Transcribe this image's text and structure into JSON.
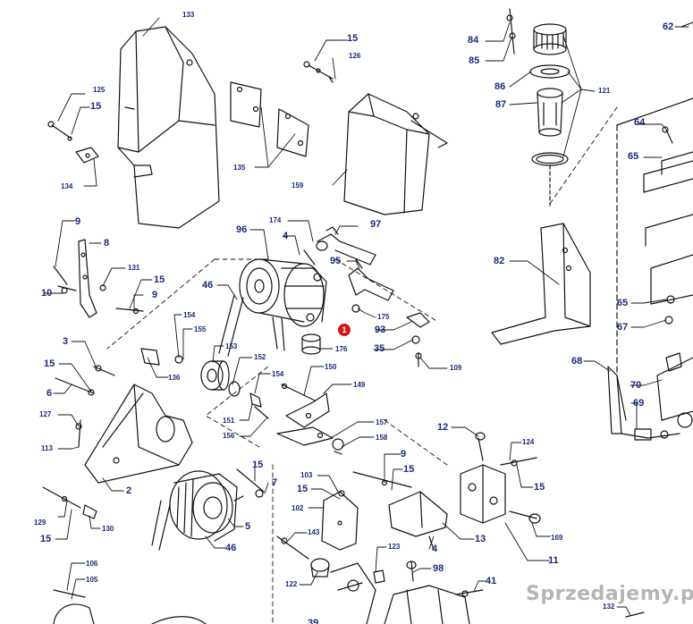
{
  "part_labels": [
    {
      "id": "l133",
      "text": "133",
      "size": "sm"
    },
    {
      "id": "l15a",
      "text": "15",
      "size": "lg"
    },
    {
      "id": "l126",
      "text": "126",
      "size": "sm"
    },
    {
      "id": "l125",
      "text": "125",
      "size": "sm"
    },
    {
      "id": "l15b",
      "text": "15",
      "size": "lg"
    },
    {
      "id": "l134",
      "text": "134",
      "size": "sm"
    },
    {
      "id": "l135",
      "text": "135",
      "size": "sm"
    },
    {
      "id": "l159",
      "text": "159",
      "size": "sm"
    },
    {
      "id": "l84",
      "text": "84",
      "size": "lg"
    },
    {
      "id": "l85",
      "text": "85",
      "size": "lg"
    },
    {
      "id": "l86",
      "text": "86",
      "size": "lg"
    },
    {
      "id": "l87",
      "text": "87",
      "size": "lg"
    },
    {
      "id": "l121",
      "text": "121",
      "size": "sm"
    },
    {
      "id": "l62",
      "text": "62",
      "size": "lg"
    },
    {
      "id": "l64",
      "text": "64",
      "size": "lg"
    },
    {
      "id": "l65a",
      "text": "65",
      "size": "lg"
    },
    {
      "id": "l9a",
      "text": "9",
      "size": "lg"
    },
    {
      "id": "l8",
      "text": "8",
      "size": "lg"
    },
    {
      "id": "l131",
      "text": "131",
      "size": "sm"
    },
    {
      "id": "l15c",
      "text": "15",
      "size": "lg"
    },
    {
      "id": "l9b",
      "text": "9",
      "size": "lg"
    },
    {
      "id": "l10",
      "text": "10",
      "size": "lg"
    },
    {
      "id": "l96",
      "text": "96",
      "size": "lg"
    },
    {
      "id": "l174",
      "text": "174",
      "size": "sm"
    },
    {
      "id": "l4a",
      "text": "4",
      "size": "lg"
    },
    {
      "id": "l97",
      "text": "97",
      "size": "lg"
    },
    {
      "id": "l95",
      "text": "95",
      "size": "lg"
    },
    {
      "id": "l46a",
      "text": "46",
      "size": "lg"
    },
    {
      "id": "l82",
      "text": "82",
      "size": "lg"
    },
    {
      "id": "l175",
      "text": "175",
      "size": "sm"
    },
    {
      "id": "l93",
      "text": "93",
      "size": "lg"
    },
    {
      "id": "l35",
      "text": "35",
      "size": "lg"
    },
    {
      "id": "l109",
      "text": "109",
      "size": "sm"
    },
    {
      "id": "l176",
      "text": "176",
      "size": "sm"
    },
    {
      "id": "l65b",
      "text": "65",
      "size": "lg"
    },
    {
      "id": "l67",
      "text": "67",
      "size": "lg"
    },
    {
      "id": "l68",
      "text": "68",
      "size": "lg"
    },
    {
      "id": "l70",
      "text": "70",
      "size": "lg"
    },
    {
      "id": "l69",
      "text": "69",
      "size": "lg"
    },
    {
      "id": "l154a",
      "text": "154",
      "size": "sm"
    },
    {
      "id": "l155",
      "text": "155",
      "size": "sm"
    },
    {
      "id": "l153",
      "text": "153",
      "size": "sm"
    },
    {
      "id": "l152",
      "text": "152",
      "size": "sm"
    },
    {
      "id": "l150",
      "text": "150",
      "size": "sm"
    },
    {
      "id": "l154b",
      "text": "154",
      "size": "sm"
    },
    {
      "id": "l136",
      "text": "136",
      "size": "sm"
    },
    {
      "id": "l149",
      "text": "149",
      "size": "sm"
    },
    {
      "id": "l3",
      "text": "3",
      "size": "lg"
    },
    {
      "id": "l15d",
      "text": "15",
      "size": "lg"
    },
    {
      "id": "l6",
      "text": "6",
      "size": "lg"
    },
    {
      "id": "l151",
      "text": "151",
      "size": "sm"
    },
    {
      "id": "l156",
      "text": "156",
      "size": "sm"
    },
    {
      "id": "l157",
      "text": "157",
      "size": "sm"
    },
    {
      "id": "l158",
      "text": "158",
      "size": "sm"
    },
    {
      "id": "l127",
      "text": "127",
      "size": "sm"
    },
    {
      "id": "l113",
      "text": "113",
      "size": "sm"
    },
    {
      "id": "l2",
      "text": "2",
      "size": "lg"
    },
    {
      "id": "l12",
      "text": "12",
      "size": "lg"
    },
    {
      "id": "l124",
      "text": "124",
      "size": "sm"
    },
    {
      "id": "l15e",
      "text": "15",
      "size": "lg"
    },
    {
      "id": "l9c",
      "text": "9",
      "size": "lg"
    },
    {
      "id": "l15f",
      "text": "15",
      "size": "lg"
    },
    {
      "id": "l103",
      "text": "103",
      "size": "sm"
    },
    {
      "id": "l15g",
      "text": "15",
      "size": "lg"
    },
    {
      "id": "l15h",
      "text": "15",
      "size": "lg"
    },
    {
      "id": "l7",
      "text": "7",
      "size": "lg"
    },
    {
      "id": "l102",
      "text": "102",
      "size": "sm"
    },
    {
      "id": "l13",
      "text": "13",
      "size": "lg"
    },
    {
      "id": "l169",
      "text": "169",
      "size": "sm"
    },
    {
      "id": "l129",
      "text": "129",
      "size": "sm"
    },
    {
      "id": "l130",
      "text": "130",
      "size": "sm"
    },
    {
      "id": "l15i",
      "text": "15",
      "size": "lg"
    },
    {
      "id": "l5",
      "text": "5",
      "size": "lg"
    },
    {
      "id": "l143",
      "text": "143",
      "size": "sm"
    },
    {
      "id": "l46b",
      "text": "46",
      "size": "lg"
    },
    {
      "id": "l123",
      "text": "123",
      "size": "sm"
    },
    {
      "id": "l4b",
      "text": "4",
      "size": "lg"
    },
    {
      "id": "l11",
      "text": "11",
      "size": "lg"
    },
    {
      "id": "l98",
      "text": "98",
      "size": "lg"
    },
    {
      "id": "l106",
      "text": "106",
      "size": "sm"
    },
    {
      "id": "l105",
      "text": "105",
      "size": "sm"
    },
    {
      "id": "l122",
      "text": "122",
      "size": "sm"
    },
    {
      "id": "l41",
      "text": "41",
      "size": "lg"
    },
    {
      "id": "l132",
      "text": "132",
      "size": "sm"
    },
    {
      "id": "l39",
      "text": "39",
      "size": "lg"
    }
  ],
  "highlight_badge": "1",
  "watermark": "Sprzedajemy.pl"
}
